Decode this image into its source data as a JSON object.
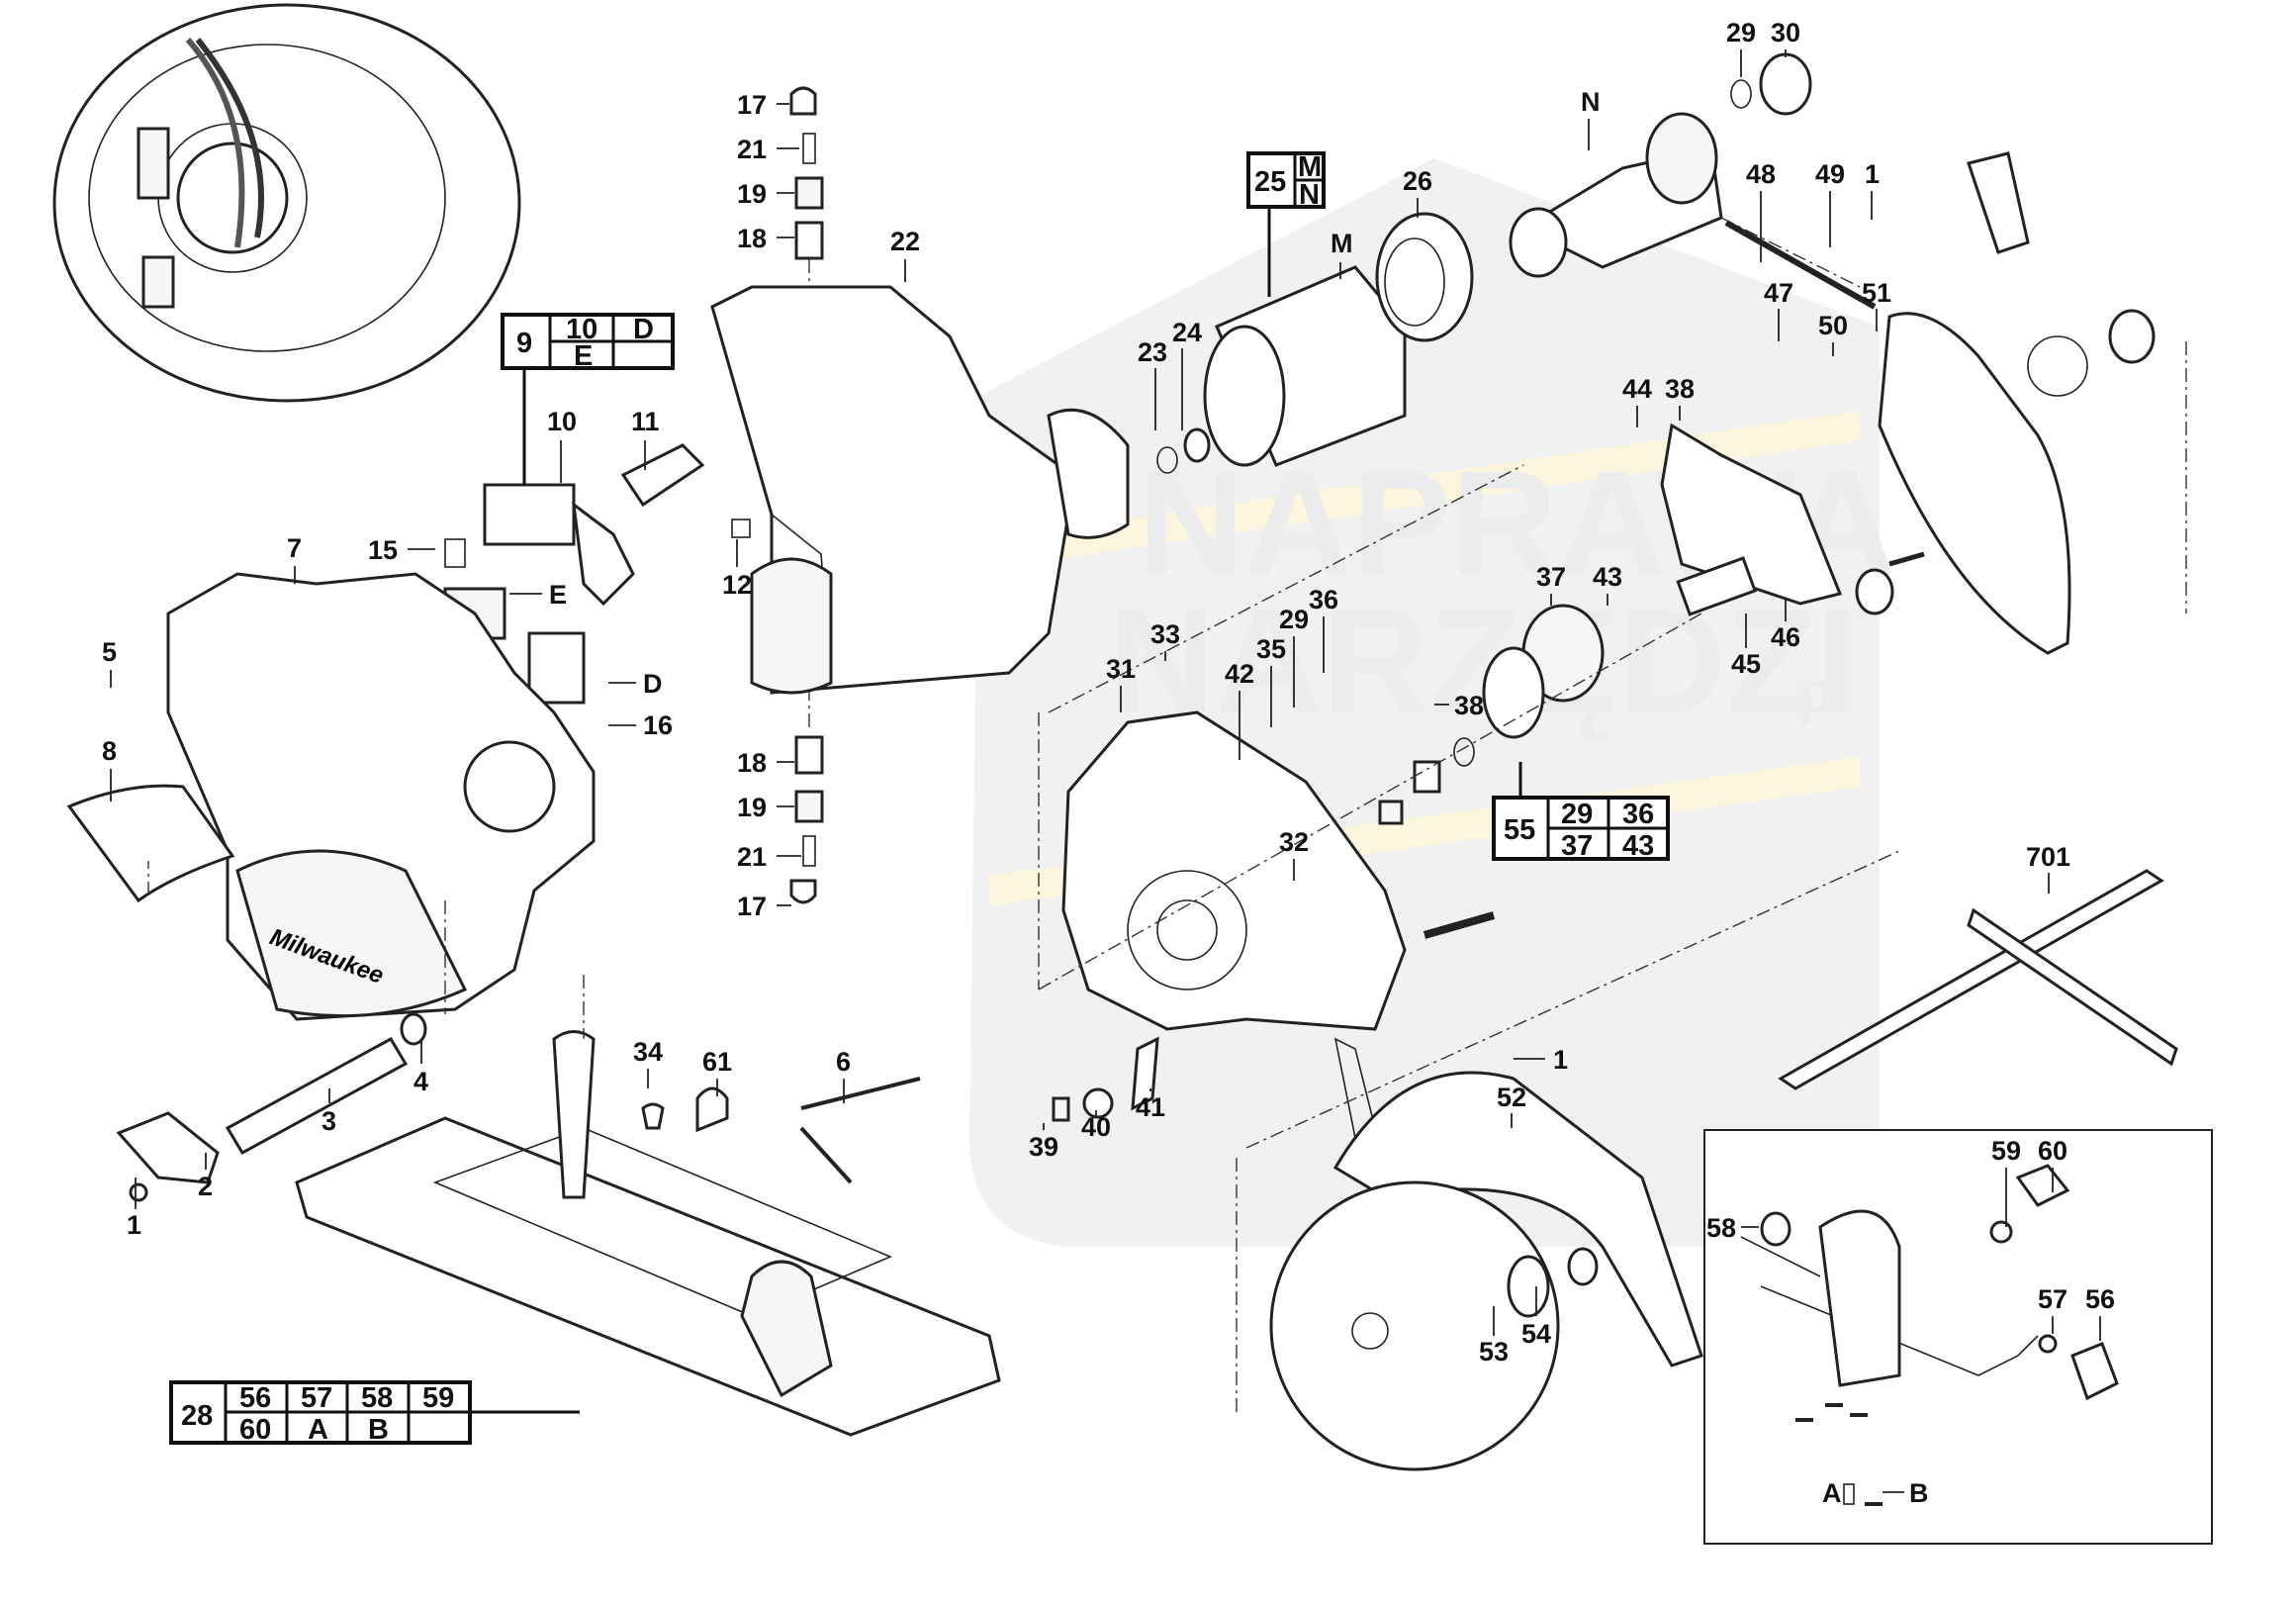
{
  "diagram": {
    "type": "exploded parts diagram",
    "subject": "cordless circular saw",
    "brand_mark": "Milwaukee",
    "watermark": {
      "line1": "NAPRAWA",
      "line2": "NARZĘDZI",
      "suffix": ".pl"
    }
  },
  "callouts": [
    {
      "id": "c17a",
      "label": "17"
    },
    {
      "id": "c21a",
      "label": "21"
    },
    {
      "id": "c19a",
      "label": "19"
    },
    {
      "id": "c18a",
      "label": "18"
    },
    {
      "id": "c22",
      "label": "22"
    },
    {
      "id": "c10",
      "label": "10"
    },
    {
      "id": "c11",
      "label": "11"
    },
    {
      "id": "c15",
      "label": "15"
    },
    {
      "id": "c12",
      "label": "12"
    },
    {
      "id": "c7",
      "label": "7"
    },
    {
      "id": "cE",
      "label": "E"
    },
    {
      "id": "c5",
      "label": "5"
    },
    {
      "id": "cD",
      "label": "D"
    },
    {
      "id": "c16",
      "label": "16"
    },
    {
      "id": "c8",
      "label": "8"
    },
    {
      "id": "c18b",
      "label": "18"
    },
    {
      "id": "c19b",
      "label": "19"
    },
    {
      "id": "c21b",
      "label": "21"
    },
    {
      "id": "c17b",
      "label": "17"
    },
    {
      "id": "c4",
      "label": "4"
    },
    {
      "id": "c3",
      "label": "3"
    },
    {
      "id": "c2",
      "label": "2"
    },
    {
      "id": "c1a",
      "label": "1"
    },
    {
      "id": "c34",
      "label": "34"
    },
    {
      "id": "c61",
      "label": "61"
    },
    {
      "id": "c6",
      "label": "6"
    },
    {
      "id": "cM",
      "label": "M"
    },
    {
      "id": "c26",
      "label": "26"
    },
    {
      "id": "c23",
      "label": "23"
    },
    {
      "id": "c24",
      "label": "24"
    },
    {
      "id": "cN",
      "label": "N"
    },
    {
      "id": "c29a",
      "label": "29"
    },
    {
      "id": "c30",
      "label": "30"
    },
    {
      "id": "c48",
      "label": "48"
    },
    {
      "id": "c49",
      "label": "49"
    },
    {
      "id": "c1b",
      "label": "1"
    },
    {
      "id": "c47",
      "label": "47"
    },
    {
      "id": "c51",
      "label": "51"
    },
    {
      "id": "c50",
      "label": "50"
    },
    {
      "id": "c44",
      "label": "44"
    },
    {
      "id": "c38a",
      "label": "38"
    },
    {
      "id": "c37",
      "label": "37"
    },
    {
      "id": "c43",
      "label": "43"
    },
    {
      "id": "c45",
      "label": "45"
    },
    {
      "id": "c46",
      "label": "46"
    },
    {
      "id": "c33",
      "label": "33"
    },
    {
      "id": "c31",
      "label": "31"
    },
    {
      "id": "c35",
      "label": "35"
    },
    {
      "id": "c29b",
      "label": "29"
    },
    {
      "id": "c36",
      "label": "36"
    },
    {
      "id": "c42",
      "label": "42"
    },
    {
      "id": "c38b",
      "label": "38"
    },
    {
      "id": "c32",
      "label": "32"
    },
    {
      "id": "c39",
      "label": "39"
    },
    {
      "id": "c40",
      "label": "40"
    },
    {
      "id": "c41",
      "label": "41"
    },
    {
      "id": "c1c",
      "label": "1"
    },
    {
      "id": "c52",
      "label": "52"
    },
    {
      "id": "c53",
      "label": "53"
    },
    {
      "id": "c54",
      "label": "54"
    },
    {
      "id": "c701",
      "label": "701"
    },
    {
      "id": "c58",
      "label": "58"
    },
    {
      "id": "c59",
      "label": "59"
    },
    {
      "id": "c60",
      "label": "60"
    },
    {
      "id": "c57",
      "label": "57"
    },
    {
      "id": "c56",
      "label": "56"
    },
    {
      "id": "cA",
      "label": "A"
    },
    {
      "id": "cB",
      "label": "B"
    }
  ],
  "kit_tables": [
    {
      "id": "kit-9",
      "kit": "9",
      "rows": [
        [
          "10",
          "D"
        ],
        [
          "E",
          ""
        ]
      ]
    },
    {
      "id": "kit-25",
      "kit": "25",
      "rows": [
        [
          "M"
        ],
        [
          "N"
        ]
      ]
    },
    {
      "id": "kit-55",
      "kit": "55",
      "rows": [
        [
          "29",
          "36"
        ],
        [
          "37",
          "43"
        ]
      ]
    },
    {
      "id": "kit-28",
      "kit": "28",
      "rows": [
        [
          "56",
          "57",
          "58",
          "59"
        ],
        [
          "60",
          "A",
          "B",
          ""
        ]
      ]
    }
  ]
}
